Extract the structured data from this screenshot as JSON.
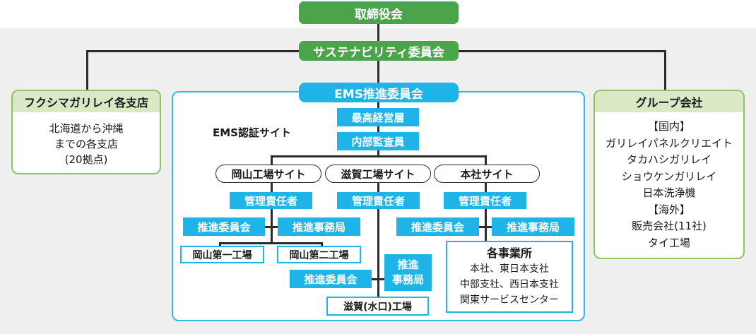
{
  "board": "取締役会",
  "sustainability": "サステナビリティ委員会",
  "branches": {
    "title": "フクシマガリレイ各支店",
    "lines": [
      "北海道から沖縄",
      "までの各支店",
      "(20拠点)"
    ]
  },
  "group": {
    "title": "グループ会社",
    "lines": [
      "【国内】",
      "ガリレイパネルクリエイト",
      "タカハシガリレイ",
      "ショウケンガリレイ",
      "日本洗浄機",
      "【海外】",
      "販売会社(11社)",
      "タイ工場"
    ]
  },
  "ems": {
    "committee": "EMS推進委員会",
    "cert_site": "EMS認証サイト",
    "top_management": "最高経営層",
    "internal_auditor": "内部監査員"
  },
  "sites": {
    "okayama": {
      "name": "岡山工場サイト",
      "manager": "管理責任者",
      "committee": "推進委員会",
      "office": "推進事務局",
      "plant1": "岡山第一工場",
      "plant2": "岡山第二工場"
    },
    "shiga": {
      "name": "滋賀工場サイト",
      "manager": "管理責任者",
      "committee": "推進委員会",
      "office_line1": "推進",
      "office_line2": "事務局",
      "plant": "滋賀(水口)工場"
    },
    "head": {
      "name": "本社サイト",
      "manager": "管理責任者",
      "committee": "推進委員会",
      "office": "推進事務局",
      "offices_title": "各事業所",
      "offices_lines": [
        "本社、東日本支社",
        "中部支社、西日本支社",
        "関東サービスセンター"
      ]
    }
  },
  "colors": {
    "green": "#4aa44a",
    "cyan": "#1fb4e8",
    "light_green": "#d9e9c6",
    "band": "#efefef"
  }
}
